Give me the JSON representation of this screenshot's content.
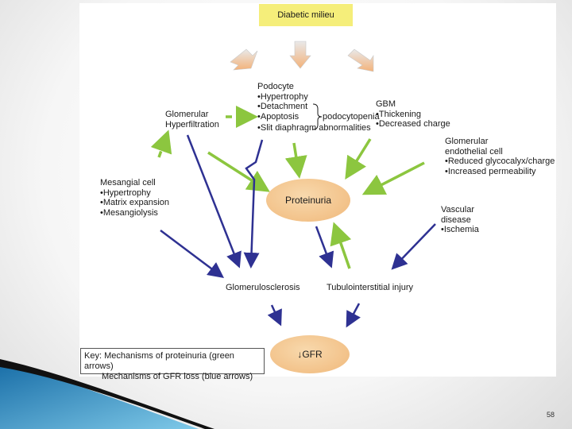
{
  "title": "Diabetic milieu",
  "podocyte": {
    "heading": "Podocyte",
    "items": [
      "•Hypertrophy",
      "•Detachment",
      "•Apoptosis",
      "•Slit diaphragm abnormalities"
    ],
    "brace_label": "podocytopenia"
  },
  "gbm": {
    "heading": "GBM",
    "items": [
      "•Thickening",
      "•Decreased charge"
    ]
  },
  "glomerular_hyperfiltration": [
    "Glomerular",
    "Hyperfiltration"
  ],
  "endothelial": {
    "heading": [
      "Glomerular",
      "endothelial cell"
    ],
    "items": [
      "•Reduced glycocalyx/charge",
      "•Increased permeability"
    ]
  },
  "mesangial": {
    "heading": "Mesangial cell",
    "items": [
      "•Hypertrophy",
      "•Matrix expansion",
      "•Mesangiolysis"
    ]
  },
  "vascular": {
    "heading": [
      "Vascular",
      "disease"
    ],
    "items": [
      "•Ischemia"
    ]
  },
  "proteinuria": "Proteinuria",
  "glomerulosclerosis": "Glomerulosclerosis",
  "tubulointerstitial": "Tubulointerstitial injury",
  "gfr": "↓GFR",
  "key": {
    "line1": "Key: Mechanisms of proteinuria (green arrows)",
    "line2": "Mechanisms of GFR loss (blue arrows)"
  },
  "colors": {
    "green": "#8cc63f",
    "blue": "#2e3192",
    "orange": "#f0b87a",
    "title_bg": "#f5ee7a"
  },
  "page_number": "58"
}
